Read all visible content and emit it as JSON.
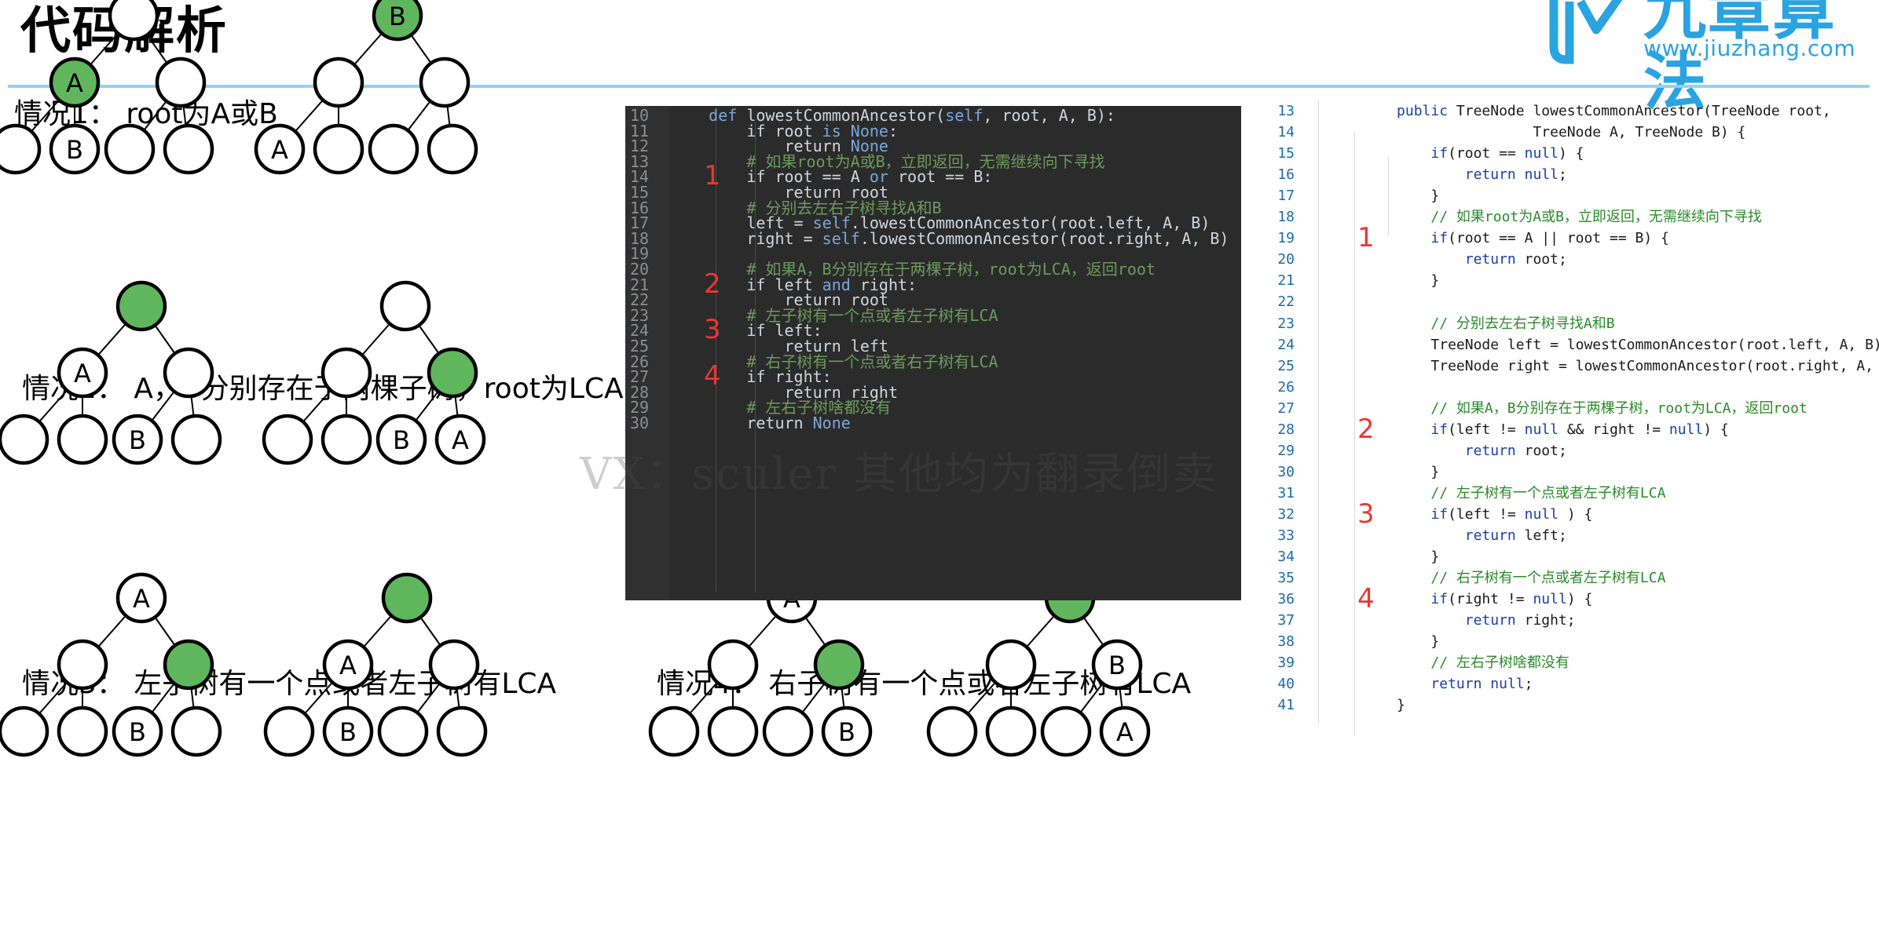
{
  "header": {
    "title": "代码解析",
    "logo_text": "九章算法",
    "logo_url": "www.jiuzhang.com",
    "accent": "#8fd3f2",
    "logo_color": "#2aa3e0"
  },
  "cases": {
    "case1": "情况1： root为A或B",
    "case2": "情况2： A，B分别存在于两棵子树，root为LCA",
    "case3": "情况3： 左子树有一个点或者左子树有LCA",
    "case4": "情况4： 右子树有一个点或者左子树有LCA"
  },
  "tree_labels": {
    "t1": [
      "",
      "A",
      "",
      "",
      "B",
      "",
      ""
    ],
    "t2": [
      "B",
      "",
      "",
      "A",
      "",
      "",
      ""
    ],
    "t3": [
      "",
      "A",
      "",
      "",
      "",
      "B",
      ""
    ],
    "t4": [
      "",
      "",
      "",
      "",
      "",
      "B",
      "A"
    ],
    "t5": [
      "A",
      "",
      "",
      "",
      "",
      "B",
      ""
    ],
    "t6": [
      "",
      "A",
      "",
      "",
      "B",
      "",
      ""
    ],
    "t7": [
      "A",
      "",
      "",
      "",
      "",
      "",
      "B"
    ],
    "t8": [
      "",
      "",
      "B",
      "",
      "",
      "",
      "A"
    ]
  },
  "highlight_color": "#5fb65d",
  "python_code": {
    "lines": [
      {
        "n": "10",
        "t": "    def lowestCommonAncestor(self, root, A, B):"
      },
      {
        "n": "11",
        "t": "        if root is None:"
      },
      {
        "n": "12",
        "t": "            return None"
      },
      {
        "n": "13",
        "t": "        # 如果root为A或B，立即返回，无需继续向下寻找"
      },
      {
        "n": "14",
        "t": "        if root == A or root == B:"
      },
      {
        "n": "15",
        "t": "            return root"
      },
      {
        "n": "16",
        "t": "        # 分别去左右子树寻找A和B"
      },
      {
        "n": "17",
        "t": "        left = self.lowestCommonAncestor(root.left, A, B)"
      },
      {
        "n": "18",
        "t": "        right = self.lowestCommonAncestor(root.right, A, B)"
      },
      {
        "n": "19",
        "t": ""
      },
      {
        "n": "20",
        "t": "        # 如果A，B分别存在于两棵子树，root为LCA，返回root"
      },
      {
        "n": "21",
        "t": "        if left and right:"
      },
      {
        "n": "22",
        "t": "            return root"
      },
      {
        "n": "23",
        "t": "        # 左子树有一个点或者左子树有LCA"
      },
      {
        "n": "24",
        "t": "        if left:"
      },
      {
        "n": "25",
        "t": "            return left"
      },
      {
        "n": "26",
        "t": "        # 右子树有一个点或者右子树有LCA"
      },
      {
        "n": "27",
        "t": "        if right:"
      },
      {
        "n": "28",
        "t": "            return right"
      },
      {
        "n": "29",
        "t": "        # 左右子树啥都没有"
      },
      {
        "n": "30",
        "t": "        return None"
      }
    ],
    "markers": [
      "1",
      "2",
      "3",
      "4"
    ]
  },
  "java_code": {
    "lines": [
      {
        "n": "13",
        "t": "    public TreeNode lowestCommonAncestor(TreeNode root,"
      },
      {
        "n": "14",
        "t": "                    TreeNode A, TreeNode B) {"
      },
      {
        "n": "15",
        "t": "        if(root == null) {"
      },
      {
        "n": "16",
        "t": "            return null;"
      },
      {
        "n": "17",
        "t": "        }"
      },
      {
        "n": "18",
        "t": "        // 如果root为A或B，立即返回，无需继续向下寻找"
      },
      {
        "n": "19",
        "t": "        if(root == A || root == B) {"
      },
      {
        "n": "20",
        "t": "            return root;"
      },
      {
        "n": "21",
        "t": "        }"
      },
      {
        "n": "22",
        "t": ""
      },
      {
        "n": "23",
        "t": "        // 分别去左右子树寻找A和B"
      },
      {
        "n": "24",
        "t": "        TreeNode left = lowestCommonAncestor(root.left, A, B);"
      },
      {
        "n": "25",
        "t": "        TreeNode right = lowestCommonAncestor(root.right, A, B);"
      },
      {
        "n": "26",
        "t": ""
      },
      {
        "n": "27",
        "t": "        // 如果A，B分别存在于两棵子树，root为LCA，返回root"
      },
      {
        "n": "28",
        "t": "        if(left != null && right != null) {"
      },
      {
        "n": "29",
        "t": "            return root;"
      },
      {
        "n": "30",
        "t": "        }"
      },
      {
        "n": "31",
        "t": "        // 左子树有一个点或者左子树有LCA"
      },
      {
        "n": "32",
        "t": "        if(left != null ) {"
      },
      {
        "n": "33",
        "t": "            return left;"
      },
      {
        "n": "34",
        "t": "        }"
      },
      {
        "n": "35",
        "t": "        // 右子树有一个点或者左子树有LCA"
      },
      {
        "n": "36",
        "t": "        if(right != null) {"
      },
      {
        "n": "37",
        "t": "            return right;"
      },
      {
        "n": "38",
        "t": "        }"
      },
      {
        "n": "39",
        "t": "        // 左右子树啥都没有"
      },
      {
        "n": "40",
        "t": "        return null;"
      },
      {
        "n": "41",
        "t": "    }"
      }
    ],
    "markers": [
      "1",
      "2",
      "3",
      "4"
    ]
  },
  "watermark": "VX：sculer 其他均为翻录倒卖"
}
